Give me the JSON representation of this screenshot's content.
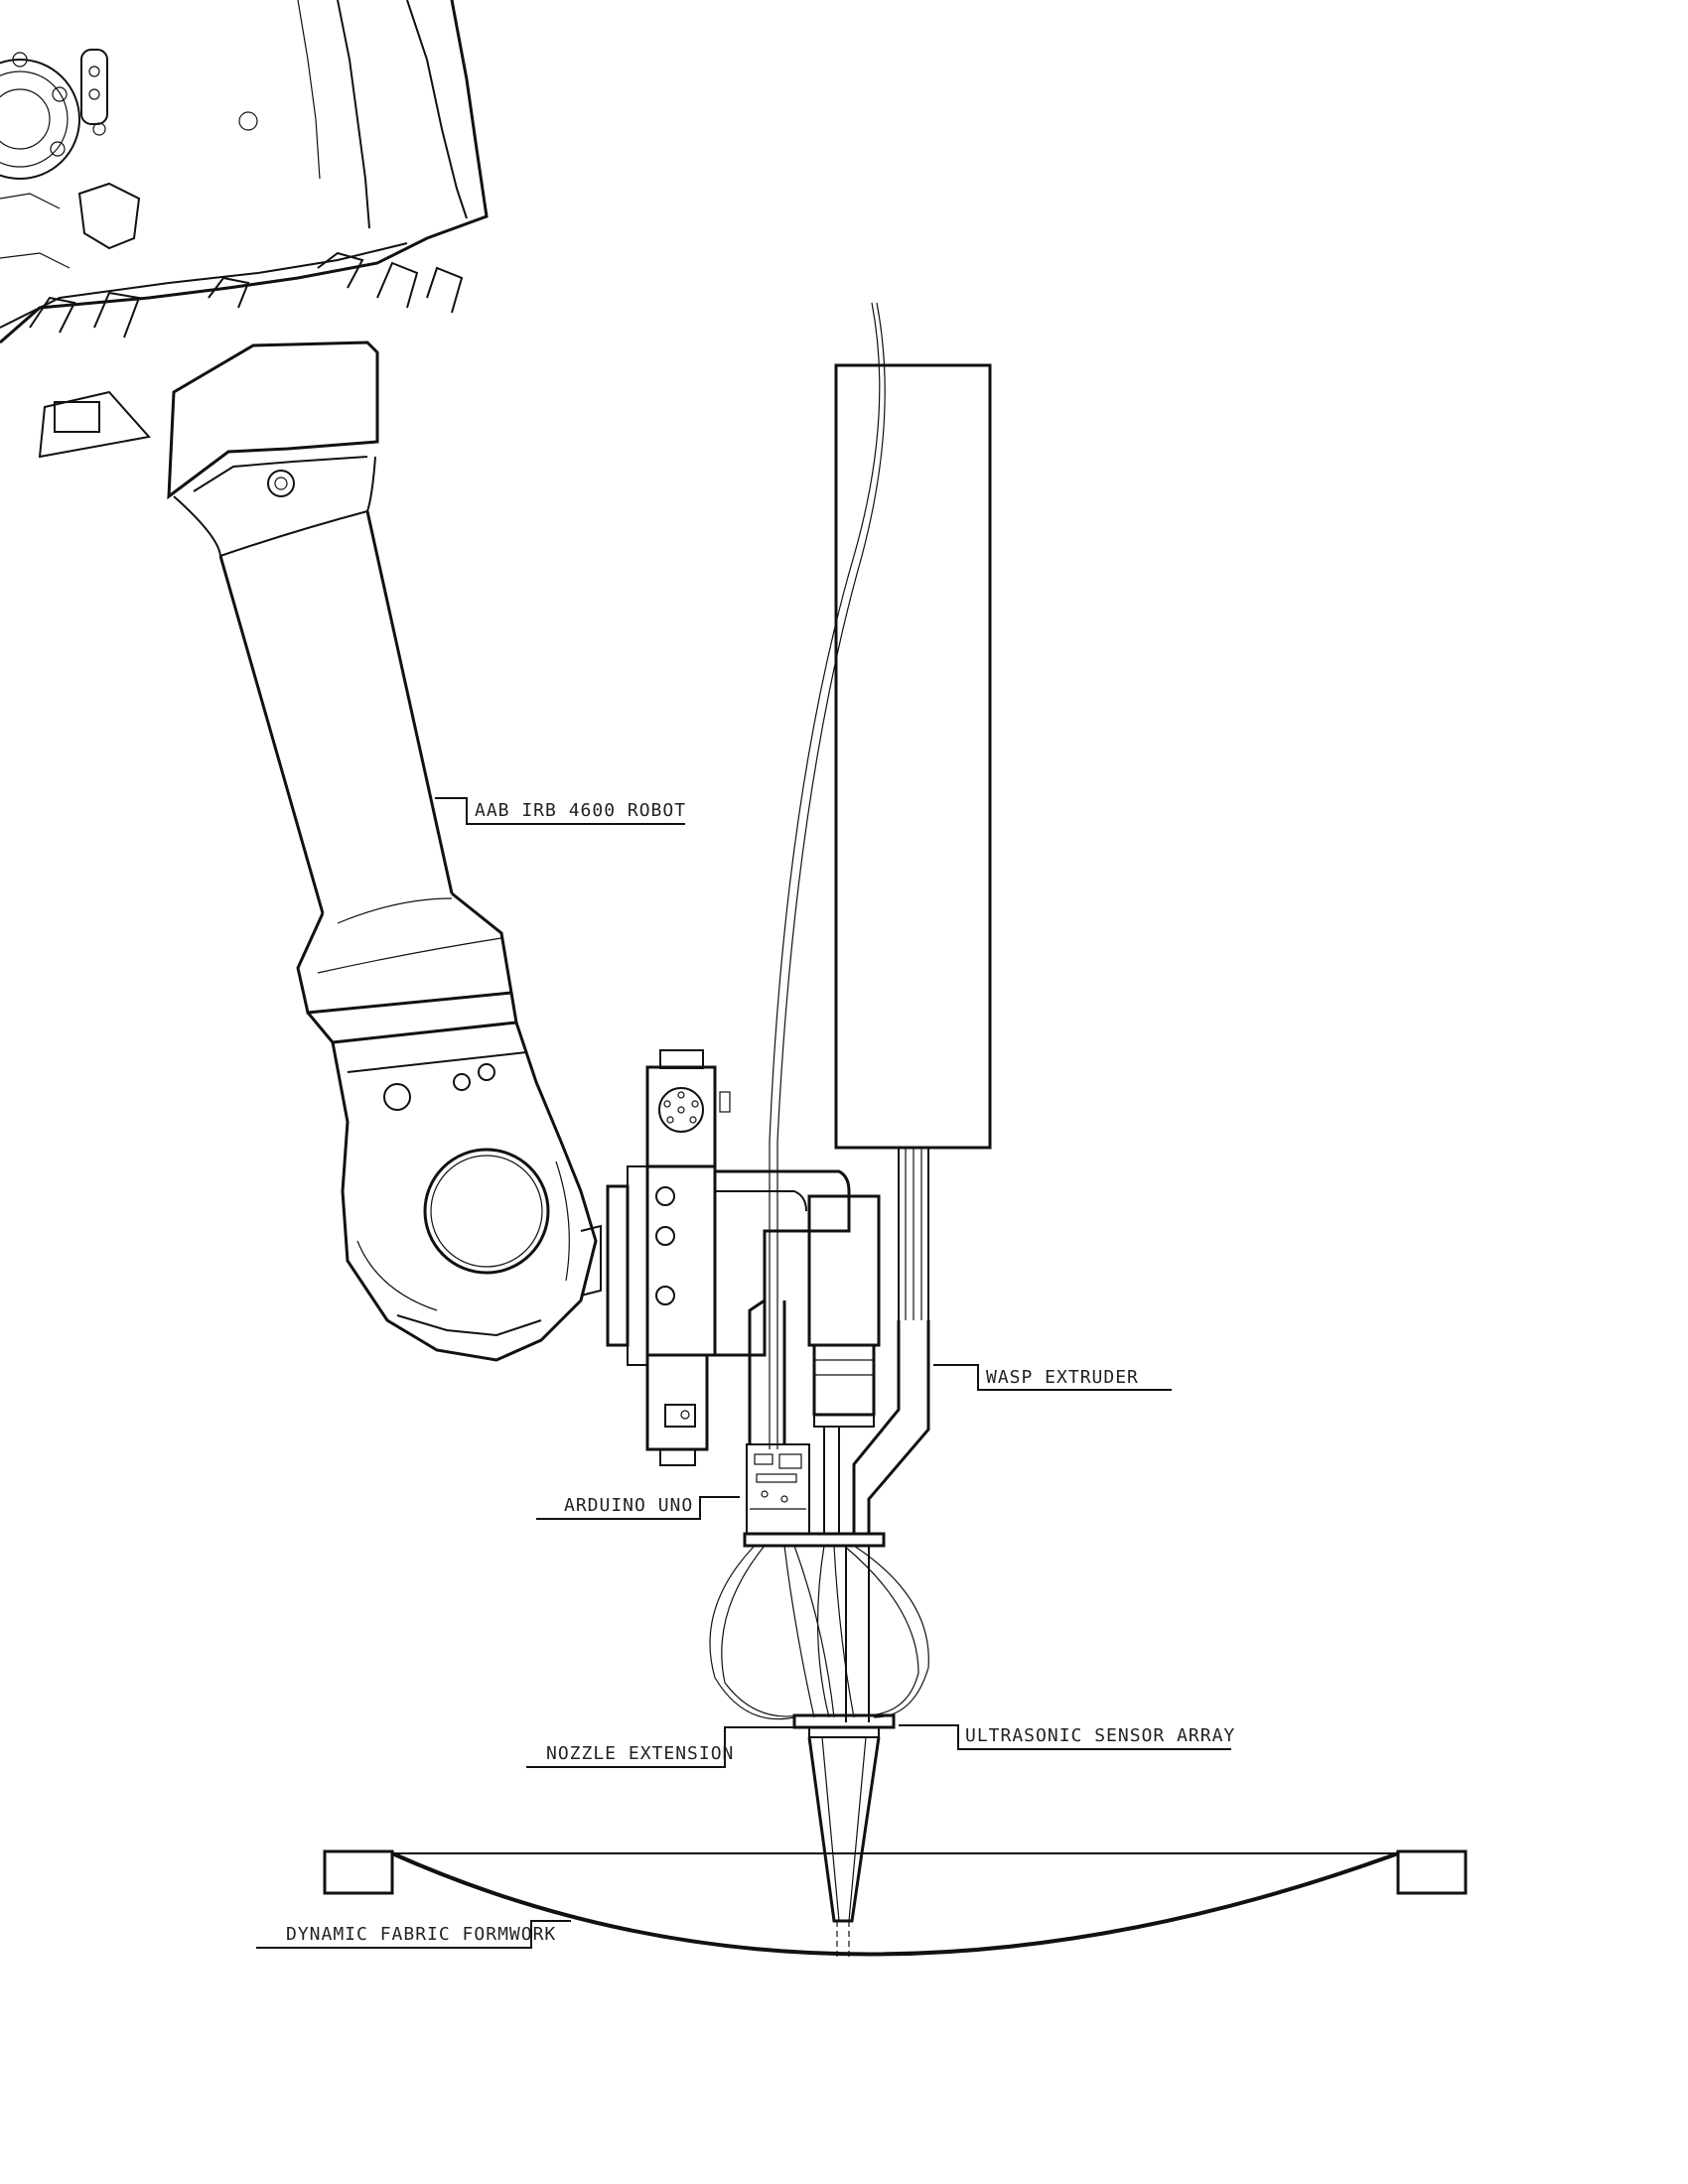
{
  "callouts": {
    "robot": "AAB IRB 4600 ROBOT",
    "extruder": "WASP EXTRUDER",
    "arduino": "ARDUINO UNO",
    "nozzle": "NOZZLE EXTENSION",
    "sensor": "ULTRASONIC SENSOR ARRAY",
    "formwork": "DYNAMIC FABRIC FORMWORK"
  }
}
